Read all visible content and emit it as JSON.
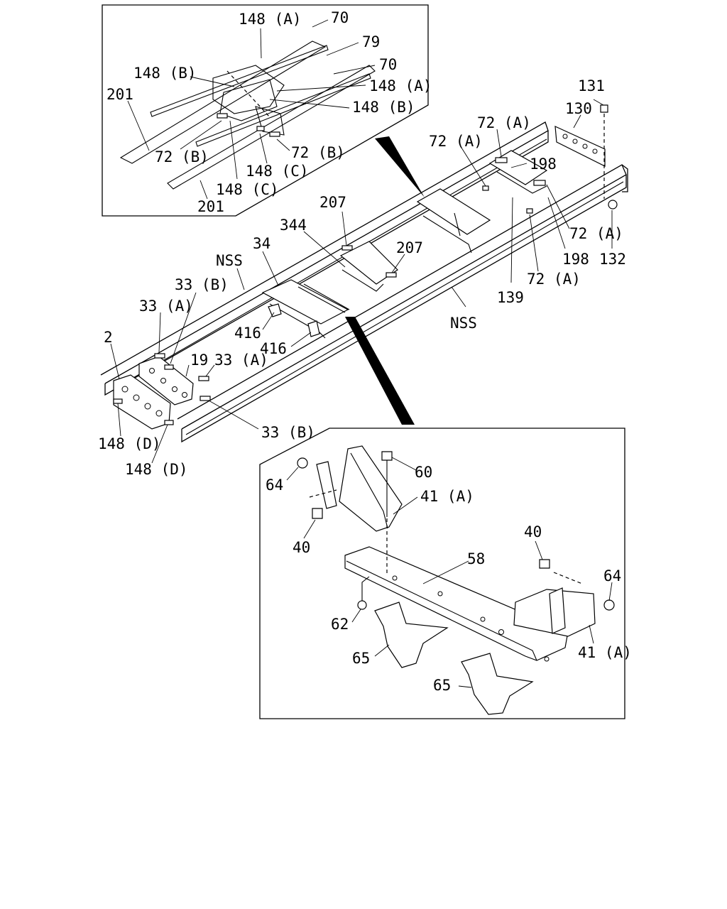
{
  "diagram": {
    "labels": {
      "148A_top": "148 (A)",
      "70_top": "70",
      "79": "79",
      "70_second": "70",
      "148B_left": "148 (B)",
      "148A_right": "148 (A)",
      "201_upper": "201",
      "148B_right": "148 (B)",
      "72B_left": "72 (B)",
      "72B_right": "72 (B)",
      "148C_upper": "148 (C)",
      "148C_lower": "148 (C)",
      "201_lower": "201",
      "131": "131",
      "130": "130",
      "72A_top": "72 (A)",
      "72A_left": "72 (A)",
      "198_upper": "198",
      "72A_right": "72 (A)",
      "198_lower": "198",
      "132": "132",
      "72A_bottom": "72 (A)",
      "139": "139",
      "207_upper": "207",
      "344": "344",
      "207_lower": "207",
      "34": "34",
      "NSS_left": "NSS",
      "NSS_right": "NSS",
      "33B_upper": "33 (B)",
      "33A_upper": "33 (A)",
      "416_upper": "416",
      "416_lower": "416",
      "2": "2",
      "19": "19",
      "33A_lower": "33 (A)",
      "33B_lower": "33 (B)",
      "148D_upper": "148 (D)",
      "148D_lower": "148 (D)",
      "60": "60",
      "64_left": "64",
      "41A_upper": "41 (A)",
      "40_left": "40",
      "58": "58",
      "40_right": "40",
      "64_right": "64",
      "62": "62",
      "65_left": "65",
      "41A_lower": "41 (A)",
      "65_right": "65"
    }
  }
}
